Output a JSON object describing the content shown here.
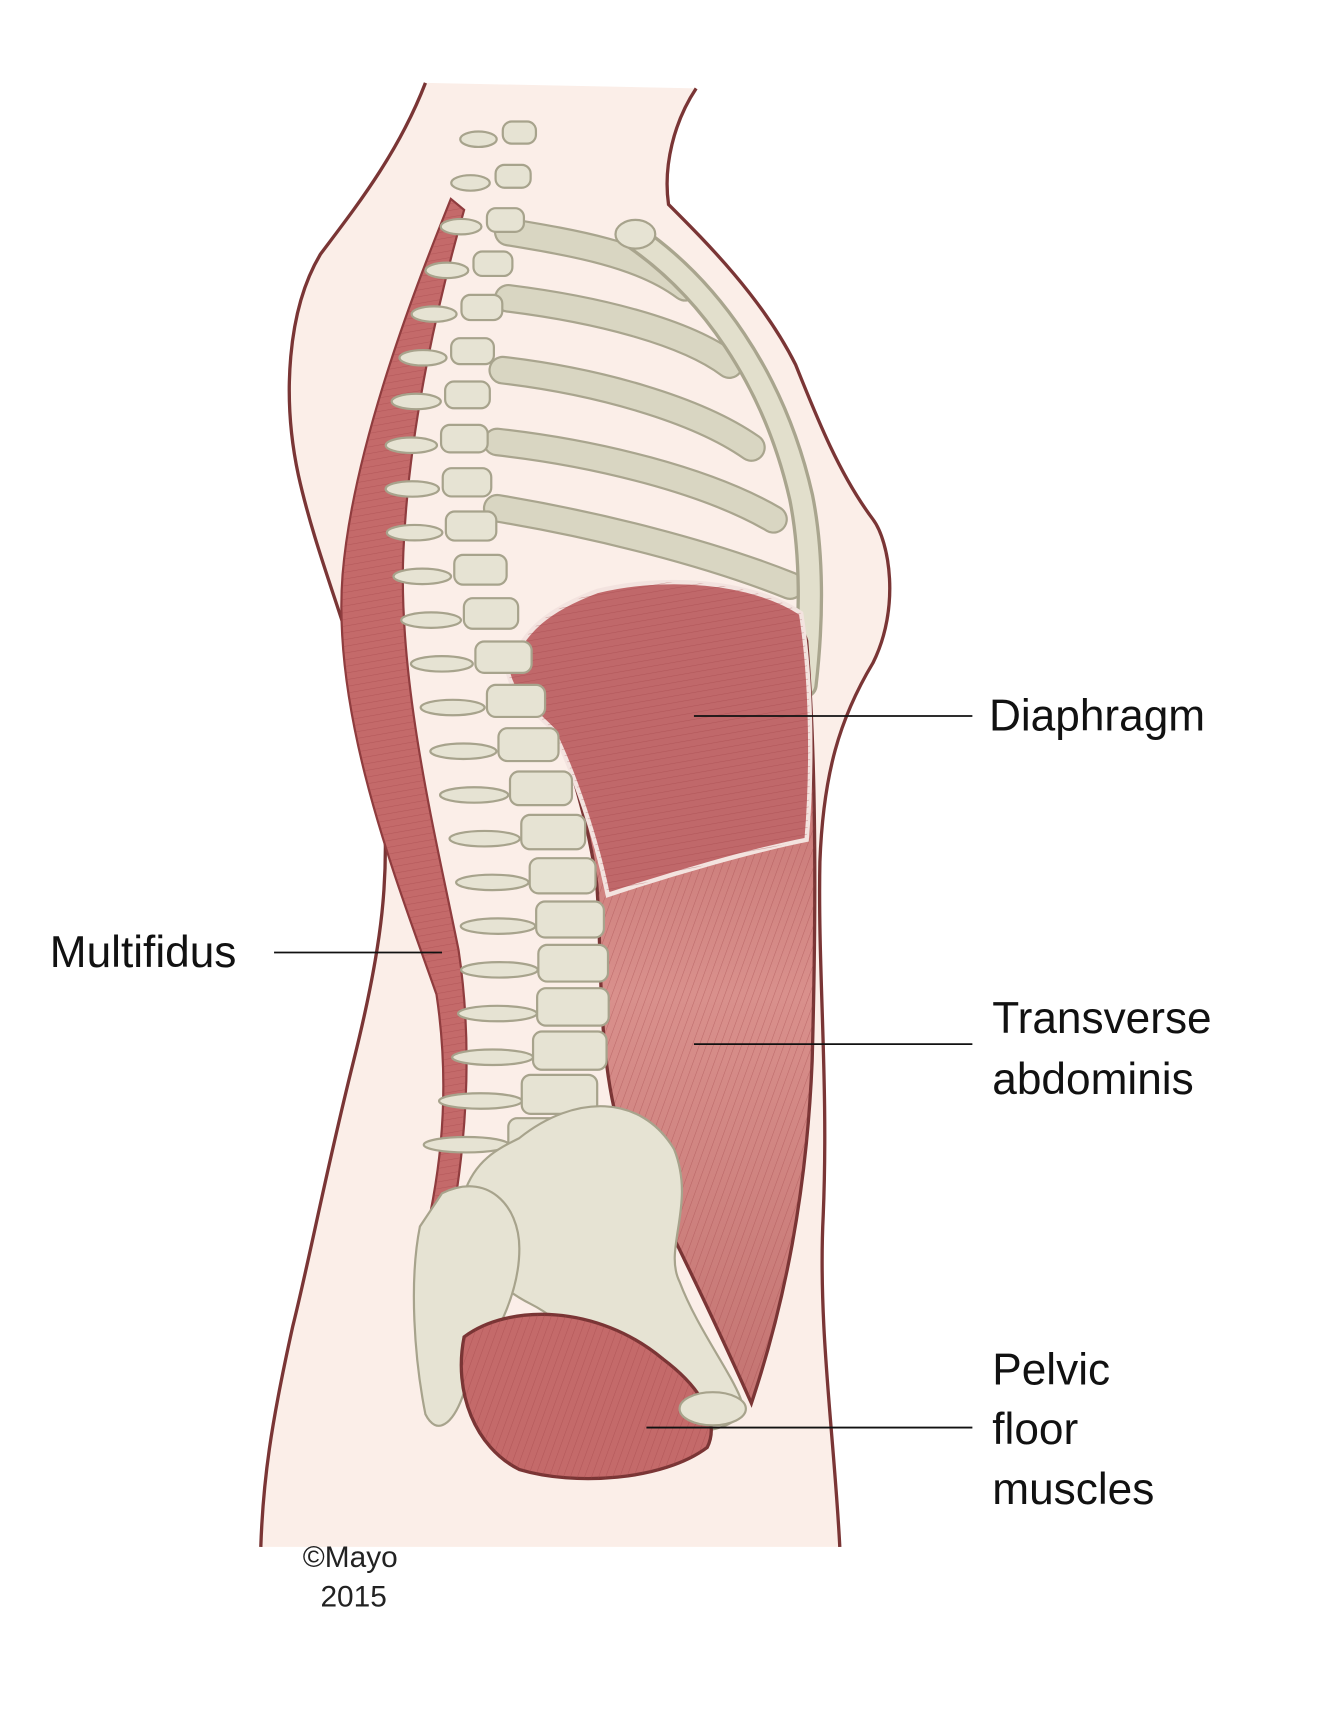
{
  "labels": {
    "diaphragm": "Diaphragm",
    "multifidus": "Multifidus",
    "transverse_line1": "Transverse",
    "transverse_line2": "abdominis",
    "pelvic_line1": "Pelvic",
    "pelvic_line2": "floor",
    "pelvic_line3": "muscles"
  },
  "copyright": {
    "line1": "©Mayo",
    "line2": "2015"
  },
  "colors": {
    "skin": "#fbeee8",
    "outline": "#7a3535",
    "bone": "#e6e3d3",
    "muscle": "#c97a78",
    "muscle_dark": "#a84b4d"
  }
}
